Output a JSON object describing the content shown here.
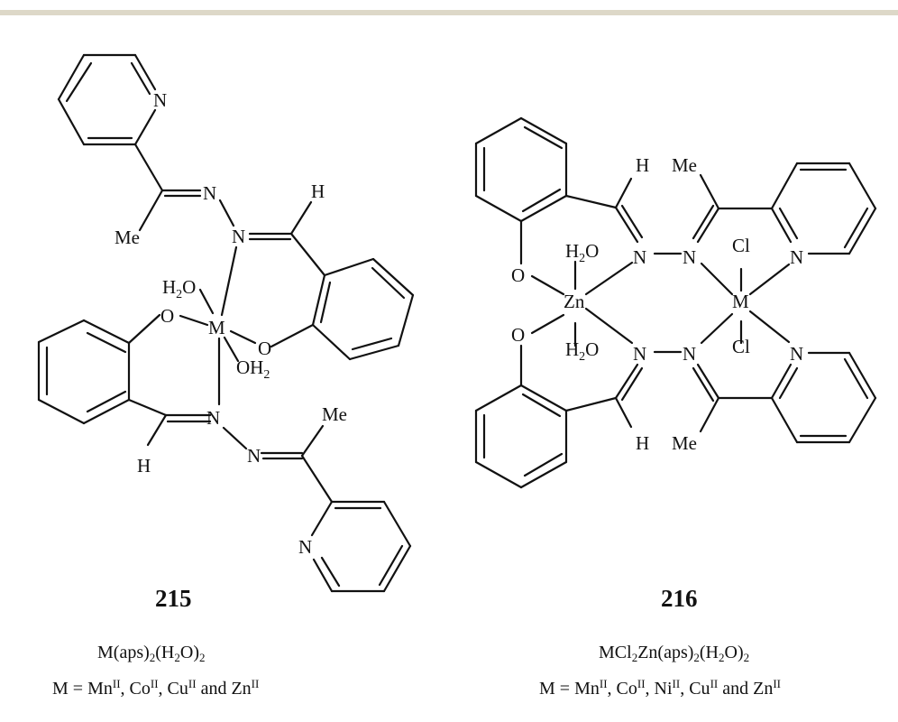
{
  "figure": {
    "compounds": [
      {
        "id": "215",
        "formula": {
          "parts": [
            "M(aps)",
            "2",
            "(H",
            "2",
            "O)",
            "2"
          ]
        },
        "metals_line": {
          "prefix": "M = ",
          "metals": [
            {
              "symbol": "Mn",
              "ox": "II"
            },
            {
              "symbol": "Co",
              "ox": "II"
            },
            {
              "symbol": "Cu",
              "ox": "II"
            },
            {
              "symbol": "Zn",
              "ox": "II"
            }
          ],
          "separator": ", ",
          "conjunction": " and "
        },
        "atom_labels": {
          "pyridine_n_top": "N",
          "imine_n1": "N",
          "me_top": "Me",
          "imine_n2": "N",
          "h_top": "H",
          "water1": "H2O",
          "o_left": "O",
          "metal": "M",
          "o_right": "O",
          "water2": "OH2",
          "imine_n3": "N",
          "me_bottom": "Me",
          "h_bottom": "H",
          "imine_n4": "N",
          "pyridine_n_bottom": "N"
        }
      },
      {
        "id": "216",
        "formula": {
          "parts": [
            "MCl",
            "2",
            "Zn(aps)",
            "2",
            "(H",
            "2",
            "O)",
            "2"
          ]
        },
        "metals_line": {
          "prefix": "M = ",
          "metals": [
            {
              "symbol": "Mn",
              "ox": "II"
            },
            {
              "symbol": "Co",
              "ox": "II"
            },
            {
              "symbol": "Ni",
              "ox": "II"
            },
            {
              "symbol": "Cu",
              "ox": "II"
            },
            {
              "symbol": "Zn",
              "ox": "II"
            }
          ],
          "separator": ", ",
          "conjunction": " and "
        },
        "atom_labels": {
          "h_top": "H",
          "me_top": "Me",
          "o_top": "O",
          "water_top": "H2O",
          "n1": "N",
          "n2": "N",
          "cl_top": "Cl",
          "pyridine_n_top": "N",
          "zinc": "Zn",
          "metal": "M",
          "o_bottom": "O",
          "water_bottom": "H2O",
          "n3": "N",
          "n4": "N",
          "cl_bottom": "Cl",
          "pyridine_n_bottom": "N",
          "h_bottom": "H",
          "me_bottom": "Me"
        }
      }
    ],
    "text": {
      "label_215": "215",
      "label_216": "216",
      "f215_a": "M(aps)",
      "f215_b": "2",
      "f215_c": "(H",
      "f215_d": "2",
      "f215_e": "O)",
      "f215_f": "2",
      "m215_prefix": "M = Mn",
      "m215_1": "II",
      "m215_2": ", Co",
      "m215_3": "II",
      "m215_4": ", Cu",
      "m215_5": "II",
      "m215_6": " and Zn",
      "m215_7": "II",
      "f216_a": "MCl",
      "f216_b": "2",
      "f216_c": "Zn(aps)",
      "f216_d": "2",
      "f216_e": "(H",
      "f216_f": "2",
      "f216_g": "O)",
      "f216_h": "2",
      "m216_prefix": "M = Mn",
      "m216_1": "II",
      "m216_2": ", Co",
      "m216_3": "II",
      "m216_4": ", Ni",
      "m216_5": "II",
      "m216_6": ", Cu",
      "m216_7": "II",
      "m216_8": " and Zn",
      "m216_9": "II"
    },
    "atoms": {
      "N": "N",
      "O": "O",
      "H": "H",
      "M": "M",
      "Me": "Me",
      "Zn": "Zn",
      "Cl": "Cl",
      "H2O_H": "H",
      "H2O_2": "2",
      "H2O_O": "O",
      "OH2_OH": "OH",
      "OH2_2": "2"
    }
  }
}
